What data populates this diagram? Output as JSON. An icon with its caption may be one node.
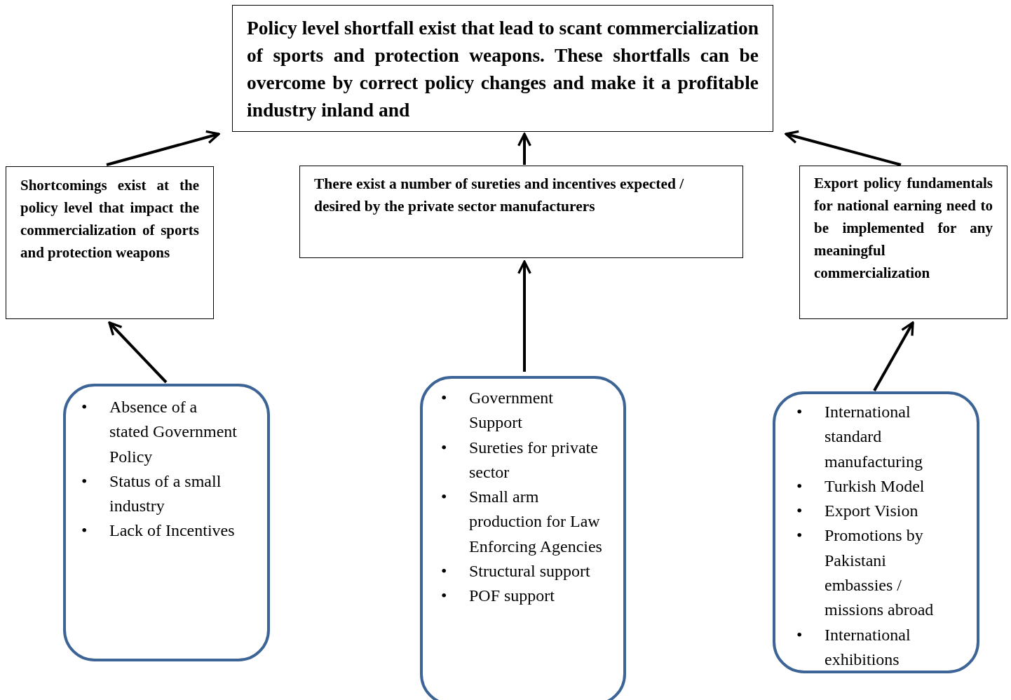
{
  "diagram": {
    "nodes": [
      {
        "text": [
          "Policy level shortfall exist that lead to scant commercialization of sports and protection weapons. These shortfalls can be overcome by correct policy changes and make it a profitable industry inland and"
        ]
      },
      {
        "text": [
          "Shortcomings exist at the policy level that impact the commercialization of sports and protection weapons"
        ]
      },
      {
        "text": [
          "There exist a number of sureties and incentives expected / desired by the private sector manufacturers"
        ]
      },
      {
        "text": [
          "Export policy fundamentals for national earning need to be implemented for any meaningful commercialization"
        ]
      },
      {
        "text": [
          "•",
          "Absence of a stated Government Policy",
          "•",
          "Status of a small industry",
          "•",
          "Lack of Incentives"
        ]
      },
      {
        "text": [
          "•",
          "Government Support",
          "•",
          "Sureties for private sector",
          "•",
          "Small arm production for Law Enforcing Agencies",
          "•",
          "Structural support",
          "•",
          "POF support"
        ]
      },
      {
        "text": [
          "•",
          "International standard manufacturing",
          "•",
          "Turkish Model",
          "•",
          "Export Vision",
          "•",
          "Promotions by Pakistani embassies / missions abroad",
          "•",
          "International exhibitions"
        ]
      }
    ],
    "edges": [
      {
        "from": 1,
        "to": 0,
        "arrow": "to"
      },
      {
        "from": 2,
        "to": 0,
        "arrow": "to"
      },
      {
        "from": 3,
        "to": 0,
        "arrow": "to"
      },
      {
        "from": 4,
        "to": 1,
        "arrow": "to"
      },
      {
        "from": 5,
        "to": 2,
        "arrow": "to"
      },
      {
        "from": 6,
        "to": 3,
        "arrow": "to"
      }
    ]
  }
}
